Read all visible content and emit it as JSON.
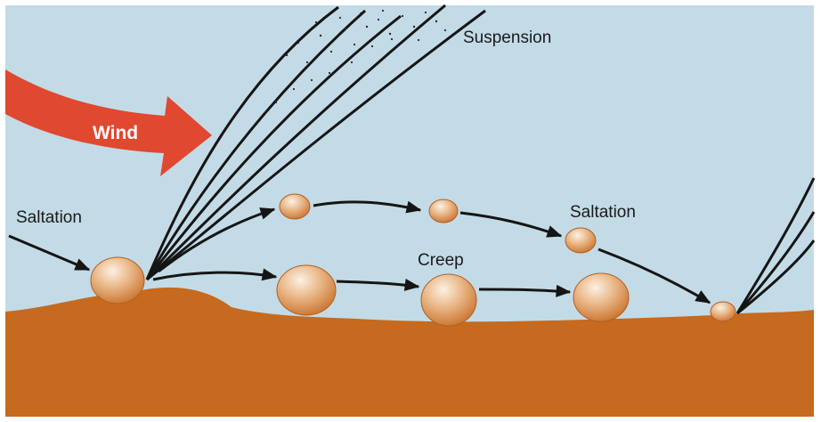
{
  "labels": {
    "suspension": "Suspension",
    "wind": "Wind",
    "saltation_left": "Saltation",
    "saltation_right": "Saltation",
    "creep": "Creep"
  },
  "colors": {
    "sky": "#c3dbe7",
    "ground": "#c56a1f",
    "wind_arrow": "#e0482f",
    "grain": "#d98f4c",
    "grain_highlight": "#f6e6d2",
    "line": "#151515"
  }
}
